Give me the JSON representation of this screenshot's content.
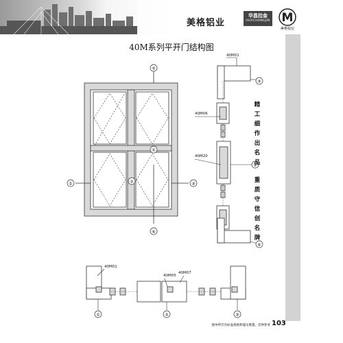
{
  "header": {
    "brand": "美格铝业",
    "logo_line1": "华昌拉金",
    "logo_line2": "HUACHANGJIN",
    "logo_mark": "M",
    "logo_sub": "美格铝业"
  },
  "title": "40M系列平开门结构图",
  "labels": {
    "profile_top": "40M01",
    "profile_mid1": "40M06",
    "profile_mid2": "40M20",
    "profile_bottom_left": "40M01",
    "profile_bottom_mid1": "40M05",
    "profile_bottom_mid2": "40M07"
  },
  "callouts": {
    "c1": "①",
    "c2": "②",
    "c3": "③",
    "c4": "④",
    "c5": "⑤",
    "c6": "⑥"
  },
  "slogan": {
    "part1": "精工细作出名品",
    "part2": "重质守信创名牌"
  },
  "footer": {
    "note": "图中所示为标准规格和理论重量，仅供参考",
    "page_number": "103"
  },
  "colors": {
    "frame_fill": "#d9d9d9",
    "outline": "#333333",
    "sidebar": "#d3d3d3",
    "header_dark": "#444444"
  }
}
